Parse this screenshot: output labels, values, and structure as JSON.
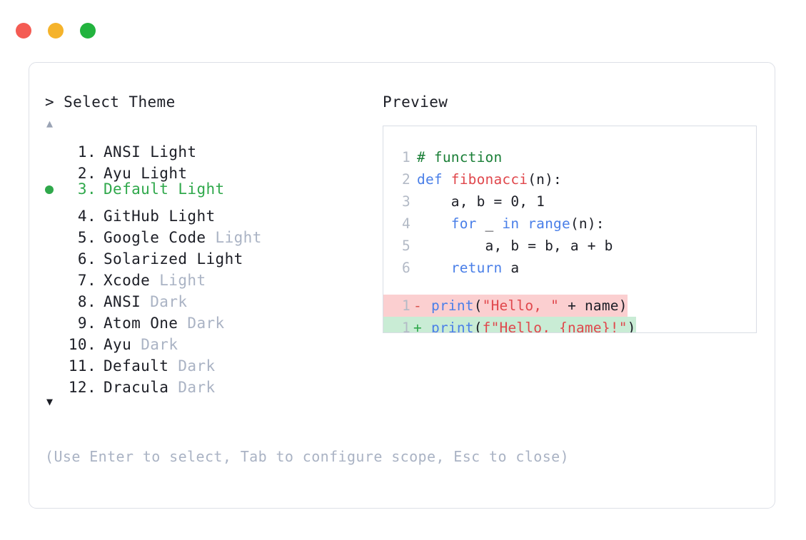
{
  "window": {
    "traffic_lights": [
      {
        "name": "close",
        "color": "#f45b53"
      },
      {
        "name": "minimize",
        "color": "#f5b32b"
      },
      {
        "name": "maximize",
        "color": "#22b33e"
      }
    ]
  },
  "left": {
    "prompt_caret": ">",
    "prompt_label": "Select Theme",
    "scroll_up_icon": "▲",
    "scroll_down_icon": "▼",
    "selected_index": 3,
    "items": [
      {
        "index": "1.",
        "name": "ANSI",
        "suffix": "Light",
        "suffix_dim": false,
        "selected": false
      },
      {
        "index": "2.",
        "name": "Ayu",
        "suffix": "Light",
        "suffix_dim": false,
        "selected": false
      },
      {
        "index": "3.",
        "name": "Default",
        "suffix": "Light",
        "suffix_dim": false,
        "selected": true
      },
      {
        "index": "4.",
        "name": "GitHub",
        "suffix": "Light",
        "suffix_dim": false,
        "selected": false
      },
      {
        "index": "5.",
        "name": "Google Code",
        "suffix": "Light",
        "suffix_dim": true,
        "selected": false
      },
      {
        "index": "6.",
        "name": "Solarized",
        "suffix": "Light",
        "suffix_dim": false,
        "selected": false
      },
      {
        "index": "7.",
        "name": "Xcode",
        "suffix": "Light",
        "suffix_dim": true,
        "selected": false
      },
      {
        "index": "8.",
        "name": "ANSI",
        "suffix": "Dark",
        "suffix_dim": true,
        "selected": false
      },
      {
        "index": "9.",
        "name": "Atom One",
        "suffix": "Dark",
        "suffix_dim": true,
        "selected": false
      },
      {
        "index": "10.",
        "name": "Ayu",
        "suffix": "Dark",
        "suffix_dim": true,
        "selected": false
      },
      {
        "index": "11.",
        "name": "Default",
        "suffix": "Dark",
        "suffix_dim": true,
        "selected": false
      },
      {
        "index": "12.",
        "name": "Dracula",
        "suffix": "Dark",
        "suffix_dim": true,
        "selected": false
      }
    ],
    "hint": "(Use Enter to select, Tab to configure scope, Esc to close)"
  },
  "right": {
    "title": "Preview",
    "code_lines": [
      {
        "ln": "1",
        "tokens": [
          {
            "t": "# function",
            "c": "comment"
          }
        ]
      },
      {
        "ln": "2",
        "tokens": [
          {
            "t": "def ",
            "c": "kw"
          },
          {
            "t": "fibonacci",
            "c": "fn"
          },
          {
            "t": "(n):",
            "c": "plain"
          }
        ]
      },
      {
        "ln": "3",
        "tokens": [
          {
            "t": "    a, b = 0, 1",
            "c": "plain"
          }
        ]
      },
      {
        "ln": "4",
        "tokens": [
          {
            "t": "    ",
            "c": "plain"
          },
          {
            "t": "for",
            "c": "kw"
          },
          {
            "t": " _ ",
            "c": "plain"
          },
          {
            "t": "in range",
            "c": "kw"
          },
          {
            "t": "(n):",
            "c": "plain"
          }
        ]
      },
      {
        "ln": "5",
        "tokens": [
          {
            "t": "        a, b = b, a + b",
            "c": "plain"
          }
        ]
      },
      {
        "ln": "6",
        "tokens": [
          {
            "t": "    ",
            "c": "plain"
          },
          {
            "t": "return",
            "c": "kw"
          },
          {
            "t": " a",
            "c": "plain"
          }
        ]
      }
    ],
    "diff_lines": [
      {
        "ln": "1",
        "mark": "-",
        "kind": "minus",
        "tokens": [
          {
            "t": "print",
            "c": "kw"
          },
          {
            "t": "(",
            "c": "plain"
          },
          {
            "t": "\"Hello, \"",
            "c": "str"
          },
          {
            "t": " + name)",
            "c": "plain"
          }
        ]
      },
      {
        "ln": "1",
        "mark": "+",
        "kind": "plus",
        "tokens": [
          {
            "t": "print",
            "c": "kw"
          },
          {
            "t": "(",
            "c": "plain"
          },
          {
            "t": "f\"Hello, {name}!\"",
            "c": "str"
          },
          {
            "t": ")",
            "c": "plain"
          }
        ]
      }
    ]
  },
  "colors": {
    "comment": "#1a7f37",
    "keyword": "#4a7fe8",
    "function": "#e0474c",
    "string": "#e0474c",
    "plain": "#1c1e26",
    "selected": "#2fa84b",
    "dim": "#aab3c4",
    "diff_minus_bg": "#fbcfd0",
    "diff_plus_bg": "#c9ecd5"
  }
}
